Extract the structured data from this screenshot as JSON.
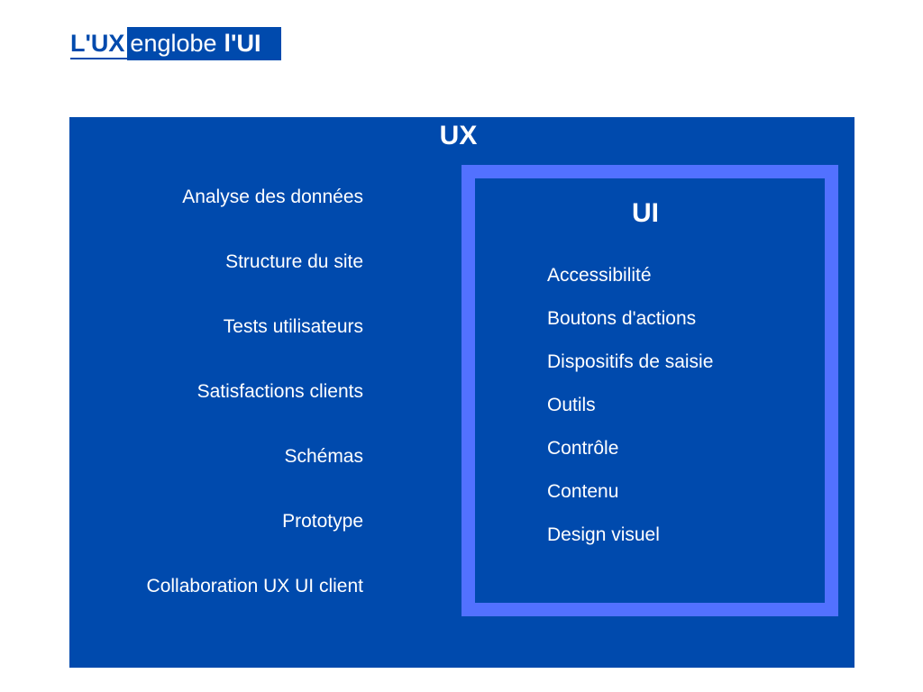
{
  "title": {
    "part1": "L'UX",
    "part2": "englobe",
    "part3": "l'UI"
  },
  "colors": {
    "primary_blue": "#004AAD",
    "ui_border_blue": "#5271FF",
    "text_on_blue": "#FFFFFF",
    "background": "#FFFFFF"
  },
  "ux": {
    "heading": "UX",
    "items": [
      "Analyse des données",
      "Structure du site",
      "Tests utilisateurs",
      "Satisfactions clients",
      "Schémas",
      "Prototype",
      "Collaboration UX UI client"
    ]
  },
  "ui": {
    "heading": "UI",
    "items": [
      "Accessibilité",
      "Boutons d'actions",
      "Dispositifs de saisie",
      "Outils",
      "Contrôle",
      "Contenu",
      "Design visuel"
    ]
  }
}
